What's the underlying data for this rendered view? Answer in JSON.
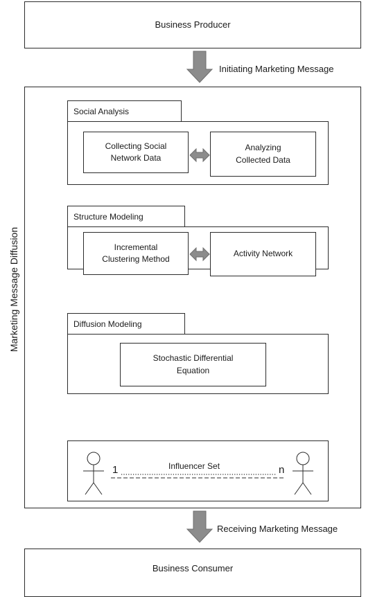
{
  "producer": {
    "label": "Business Producer"
  },
  "initiating_arrow": {
    "label": "Initiating Marketing Message"
  },
  "diffusion_container": {
    "side_label": "Marketing Message Diffusion"
  },
  "social_analysis": {
    "title": "Social Analysis",
    "left_box": "Collecting Social\nNetwork Data",
    "right_box": "Analyzing\nCollected Data"
  },
  "structure_modeling": {
    "title": "Structure Modeling",
    "left_box": "Incremental\nClustering Method",
    "right_box": "Activity Network"
  },
  "diffusion_modeling": {
    "title": "Diffusion Modeling",
    "box": "Stochastic Differential\nEquation"
  },
  "influencer_set": {
    "label": "Influencer Set",
    "start": "1",
    "end": "n"
  },
  "receiving_arrow": {
    "label": "Receiving Marketing Message"
  },
  "consumer": {
    "label": "Business Consumer"
  },
  "colors": {
    "arrow_fill": "#8c8c8c",
    "arrow_stroke": "#6e6e6e",
    "border": "#2b2b2b"
  }
}
